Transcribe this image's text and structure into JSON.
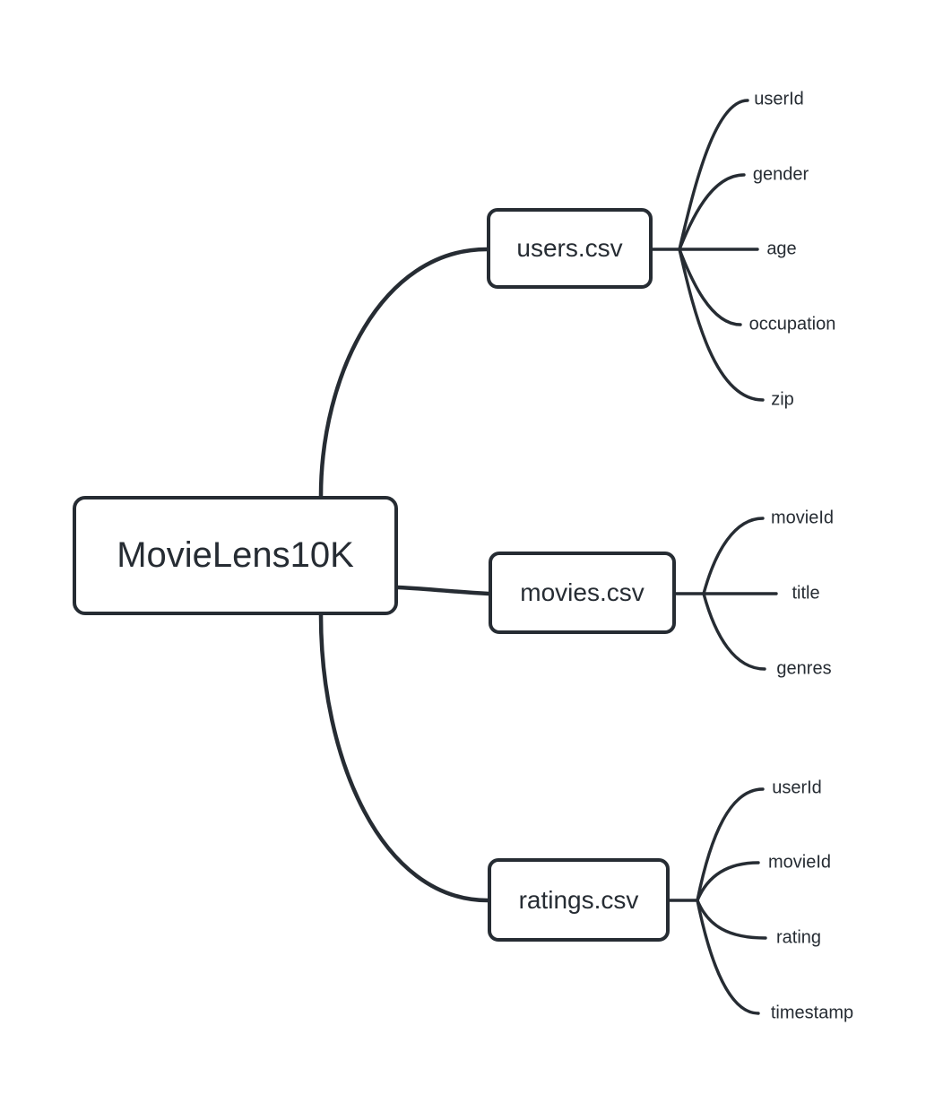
{
  "diagram": {
    "type": "mindmap",
    "background_color": "#ffffff",
    "stroke_color": "#262c33",
    "node_fill_color": "#ffffff",
    "text_color": "#262c33"
  },
  "root": {
    "label": "MovieLens10K"
  },
  "branches": [
    {
      "label": "users.csv",
      "children": [
        "userId",
        "gender",
        "age",
        "occupation",
        "zip"
      ]
    },
    {
      "label": "movies.csv",
      "children": [
        "movieId",
        "title",
        "genres"
      ]
    },
    {
      "label": "ratings.csv",
      "children": [
        "userId",
        "movieId",
        "rating",
        "timestamp"
      ]
    }
  ]
}
